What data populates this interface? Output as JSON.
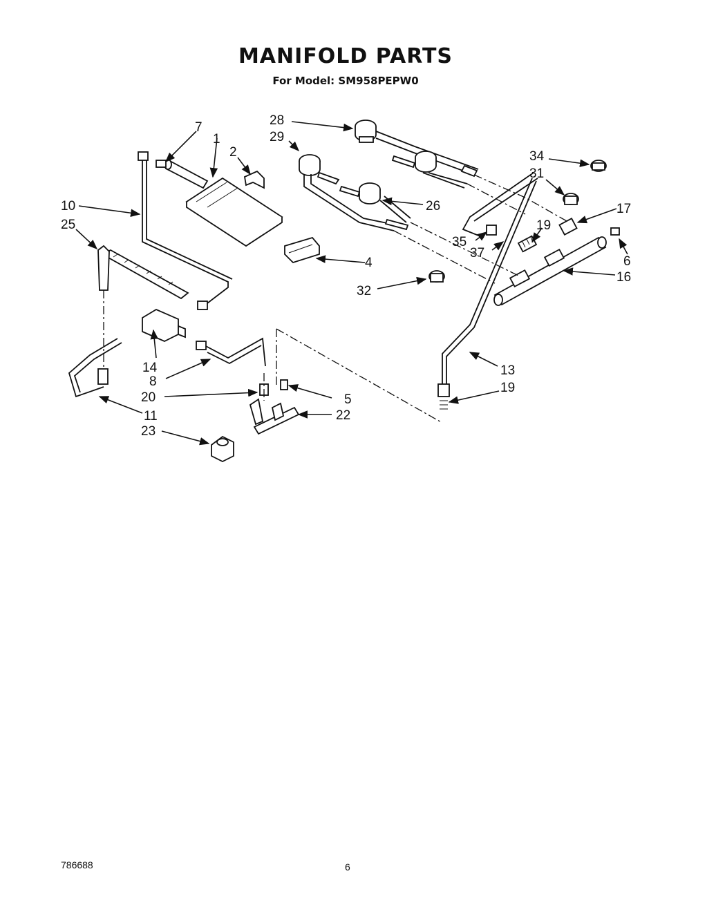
{
  "title": "MANIFOLD PARTS",
  "subtitle": "For Model: SM958PEPW0",
  "footer": {
    "code": "786688",
    "page_number": "6"
  },
  "callouts": {
    "c1": "1",
    "c2": "2",
    "c4": "4",
    "c5": "5",
    "c6": "6",
    "c7": "7",
    "c8": "8",
    "c10": "10",
    "c11": "11",
    "c13": "13",
    "c14": "14",
    "c16": "16",
    "c17": "17",
    "c19a": "19",
    "c19b": "19",
    "c20": "20",
    "c22": "22",
    "c23": "23",
    "c25": "25",
    "c26": "26",
    "c28": "28",
    "c29": "29",
    "c31": "31",
    "c32": "32",
    "c34": "34",
    "c35": "35",
    "c37": "37"
  }
}
